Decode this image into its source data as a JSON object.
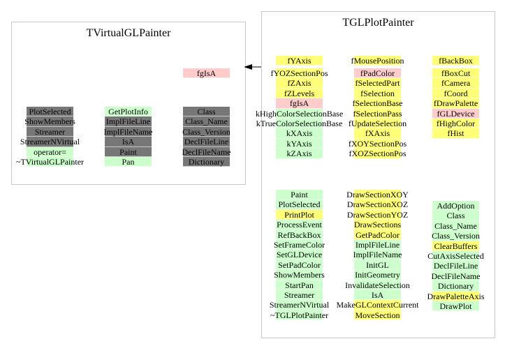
{
  "left_class": {
    "title": "TVirtualGLPainter",
    "data_members": [
      {
        "label": "fgIsA",
        "kind": "pink"
      }
    ],
    "methods": [
      [
        {
          "label": "PlotSelected",
          "kind": "gray"
        },
        {
          "label": "ShowMembers",
          "kind": "gray"
        },
        {
          "label": "Streamer",
          "kind": "gray"
        },
        {
          "label": "StreamerNVirtual",
          "kind": "gray"
        },
        {
          "label": "operator=",
          "kind": "green"
        },
        {
          "label": "~TVirtualGLPainter",
          "kind": "green"
        }
      ],
      [
        {
          "label": "GetPlotInfo",
          "kind": "green"
        },
        {
          "label": "ImplFileLine",
          "kind": "gray"
        },
        {
          "label": "ImplFileName",
          "kind": "gray"
        },
        {
          "label": "IsA",
          "kind": "gray"
        },
        {
          "label": "Paint",
          "kind": "gray"
        },
        {
          "label": "Pan",
          "kind": "green"
        }
      ],
      [
        {
          "label": "Class",
          "kind": "gray"
        },
        {
          "label": "Class_Name",
          "kind": "gray"
        },
        {
          "label": "Class_Version",
          "kind": "gray"
        },
        {
          "label": "DeclFileLine",
          "kind": "gray"
        },
        {
          "label": "DeclFileName",
          "kind": "gray"
        },
        {
          "label": "Dictionary",
          "kind": "gray"
        }
      ]
    ]
  },
  "right_class": {
    "title": "TGLPlotPainter",
    "data_heads": [
      {
        "label": "fYAxis",
        "kind": "yellow"
      },
      {
        "label": "fMousePosition",
        "kind": "yellow"
      },
      {
        "label": "fBackBox",
        "kind": "yellow"
      }
    ],
    "data_members": [
      [
        {
          "label": "fYOZSectionPos",
          "kind": "yellow"
        },
        {
          "label": "fZAxis",
          "kind": "yellow"
        },
        {
          "label": "fZLevels",
          "kind": "yellow"
        },
        {
          "label": "fgIsA",
          "kind": "pink"
        },
        {
          "label": "kHighColorSelectionBase",
          "kind": "green"
        },
        {
          "label": "kTrueColorSelectionBase",
          "kind": "green"
        },
        {
          "label": "kXAxis",
          "kind": "green"
        },
        {
          "label": "kYAxis",
          "kind": "green"
        },
        {
          "label": "kZAxis",
          "kind": "green"
        }
      ],
      [
        {
          "label": "fPadColor",
          "kind": "pink"
        },
        {
          "label": "fSelectedPart",
          "kind": "yellow"
        },
        {
          "label": "fSelection",
          "kind": "yellow"
        },
        {
          "label": "fSelectionBase",
          "kind": "yellow"
        },
        {
          "label": "fSelectionPass",
          "kind": "yellow"
        },
        {
          "label": "fUpdateSelection",
          "kind": "yellow"
        },
        {
          "label": "fXAxis",
          "kind": "yellow"
        },
        {
          "label": "fXOYSectionPos",
          "kind": "yellow"
        },
        {
          "label": "fXOZSectionPos",
          "kind": "yellow"
        }
      ],
      [
        {
          "label": "fBoxCut",
          "kind": "yellow"
        },
        {
          "label": "fCamera",
          "kind": "yellow"
        },
        {
          "label": "fCoord",
          "kind": "yellow"
        },
        {
          "label": "fDrawPalette",
          "kind": "yellow"
        },
        {
          "label": "fGLDevice",
          "kind": "pink"
        },
        {
          "label": "fHighColor",
          "kind": "yellow"
        },
        {
          "label": "fHist",
          "kind": "yellow"
        }
      ]
    ],
    "methods": [
      [
        {
          "label": "Paint",
          "kind": "green"
        },
        {
          "label": "PlotSelected",
          "kind": "green"
        },
        {
          "label": "PrintPlot",
          "kind": "yellow"
        },
        {
          "label": "ProcessEvent",
          "kind": "green"
        },
        {
          "label": "RefBackBox",
          "kind": "green"
        },
        {
          "label": "SetFrameColor",
          "kind": "green"
        },
        {
          "label": "SetGLDevice",
          "kind": "green"
        },
        {
          "label": "SetPadColor",
          "kind": "green"
        },
        {
          "label": "ShowMembers",
          "kind": "green"
        },
        {
          "label": "StartPan",
          "kind": "green"
        },
        {
          "label": "Streamer",
          "kind": "green"
        },
        {
          "label": "StreamerNVirtual",
          "kind": "green"
        },
        {
          "label": "~TGLPlotPainter",
          "kind": "green"
        }
      ],
      [
        {
          "label": "DrawSectionXOY",
          "kind": "yellow"
        },
        {
          "label": "DrawSectionXOZ",
          "kind": "yellow"
        },
        {
          "label": "DrawSectionYOZ",
          "kind": "yellow"
        },
        {
          "label": "DrawSections",
          "kind": "yellow"
        },
        {
          "label": "GetPadColor",
          "kind": "yellow"
        },
        {
          "label": "ImplFileLine",
          "kind": "green"
        },
        {
          "label": "ImplFileName",
          "kind": "green"
        },
        {
          "label": "InitGL",
          "kind": "green"
        },
        {
          "label": "InitGeometry",
          "kind": "green"
        },
        {
          "label": "InvalidateSelection",
          "kind": "green"
        },
        {
          "label": "IsA",
          "kind": "green"
        },
        {
          "label": "MakeGLContextCurrent",
          "kind": "yellow"
        },
        {
          "label": "MoveSection",
          "kind": "yellow"
        }
      ],
      [
        {
          "label": "AddOption",
          "kind": "green"
        },
        {
          "label": "Class",
          "kind": "green"
        },
        {
          "label": "Class_Name",
          "kind": "green"
        },
        {
          "label": "Class_Version",
          "kind": "green"
        },
        {
          "label": "ClearBuffers",
          "kind": "yellow"
        },
        {
          "label": "CutAxisSelected",
          "kind": "green"
        },
        {
          "label": "DeclFileLine",
          "kind": "green"
        },
        {
          "label": "DeclFileName",
          "kind": "green"
        },
        {
          "label": "Dictionary",
          "kind": "green"
        },
        {
          "label": "DrawPaletteAxis",
          "kind": "yellow"
        },
        {
          "label": "DrawPlot",
          "kind": "green"
        }
      ]
    ]
  },
  "colors": {
    "gray": "#777777",
    "green": "#ccffcc",
    "yellow": "#ffff77",
    "pink": "#ffcccc",
    "border": "#c8c8c8"
  }
}
